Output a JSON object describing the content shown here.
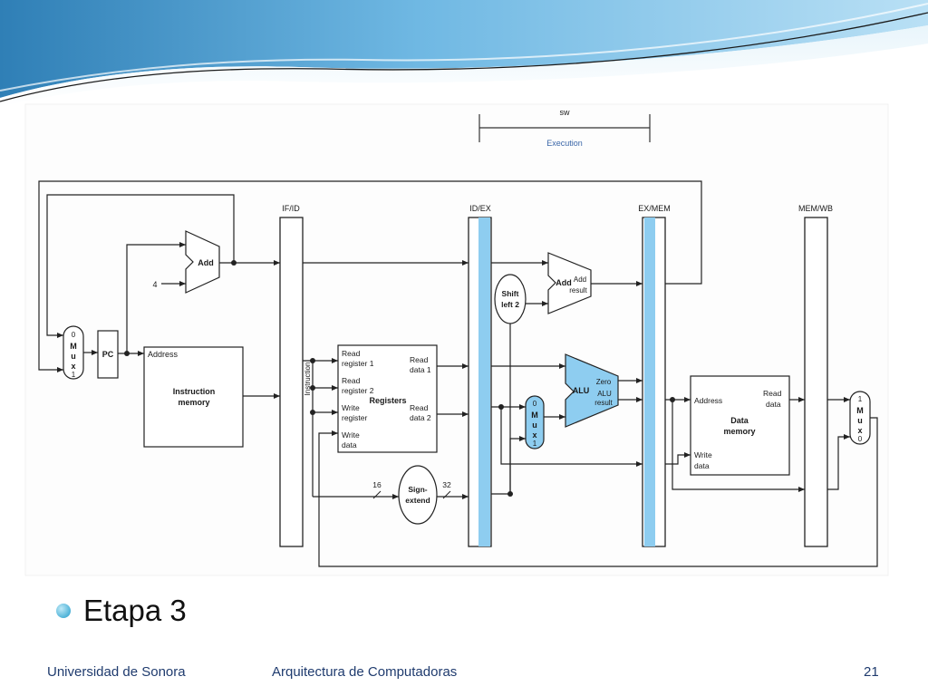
{
  "diagram": {
    "top_label": "sw",
    "top_sublabel": "Execution",
    "pipeline_registers": [
      "IF/ID",
      "ID/EX",
      "EX/MEM",
      "MEM/WB"
    ],
    "pc": "PC",
    "add_pc": "Add",
    "const_four": "4",
    "mux": {
      "zero": "0",
      "one": "1",
      "letters": [
        "M",
        "u",
        "x"
      ]
    },
    "instruction_memory": {
      "address": "Address",
      "title_1": "Instruction",
      "title_2": "memory"
    },
    "instruction_bus": "Instruction",
    "registers": {
      "read_register_1": [
        "Read",
        "register 1"
      ],
      "read_register_2": [
        "Read",
        "register 2"
      ],
      "write_register": [
        "Write",
        "register"
      ],
      "write_data": [
        "Write",
        "data"
      ],
      "read_data_1": [
        "Read",
        "data 1"
      ],
      "read_data_2": [
        "Read",
        "data 2"
      ],
      "title": "Registers"
    },
    "sign_extend": [
      "Sign-",
      "extend"
    ],
    "bits_16": "16",
    "bits_32": "32",
    "shift_left": [
      "Shift",
      "left 2"
    ],
    "add_branch": {
      "name": "Add",
      "out_1": "Add",
      "out_2": "result"
    },
    "alu": {
      "name": "ALU",
      "zero": "Zero",
      "result_1": "ALU",
      "result_2": "result"
    },
    "data_memory": {
      "address": "Address",
      "read_data": [
        "Read",
        "data"
      ],
      "title_1": "Data",
      "title_2": "memory",
      "write_data": [
        "Write",
        "data"
      ]
    },
    "colors": {
      "highlight": "#8ecdf0",
      "alu_fill": "#8ecdf0",
      "mux_fill": "#8ecdf0"
    }
  },
  "content": {
    "bullet": "Etapa 3"
  },
  "footer": {
    "university": "Universidad de Sonora",
    "course": "Arquitectura de Computadoras",
    "page": "21"
  }
}
